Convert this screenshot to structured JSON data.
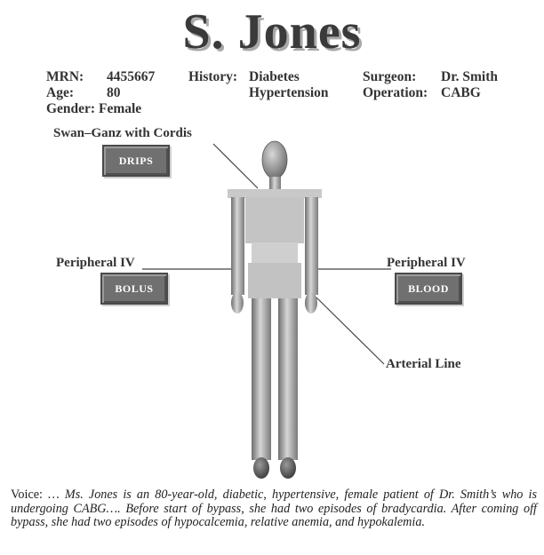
{
  "patient": {
    "name": "S. Jones",
    "mrn_label": "MRN:",
    "mrn": "4455667",
    "age_label": "Age:",
    "age": "80",
    "gender_label": "Gender:",
    "gender": "Female",
    "history_label": "History:",
    "history_1": "Diabetes",
    "history_2": "Hypertension",
    "surgeon_label": "Surgeon:",
    "surgeon": "Dr. Smith",
    "operation_label": "Operation:",
    "operation": "CABG"
  },
  "lines": {
    "swan_ganz": "Swan–Ganz with Cordis",
    "peripheral_left": "Peripheral IV",
    "peripheral_right": "Peripheral IV",
    "arterial": "Arterial Line"
  },
  "buttons": {
    "drips": "DRIPS",
    "bolus": "BOLUS",
    "blood": "BLOOD"
  },
  "voice": {
    "prefix": "Voice:",
    "text": " … Ms. Jones is an 80-year-old, diabetic, hypertensive, female patient of Dr. Smith’s who is undergoing CABG…. Before start of bypass, she had two episodes of bradycardia. After coming off bypass, she had two episodes of hypocalcemia, relative anemia, and hypokalemia."
  }
}
